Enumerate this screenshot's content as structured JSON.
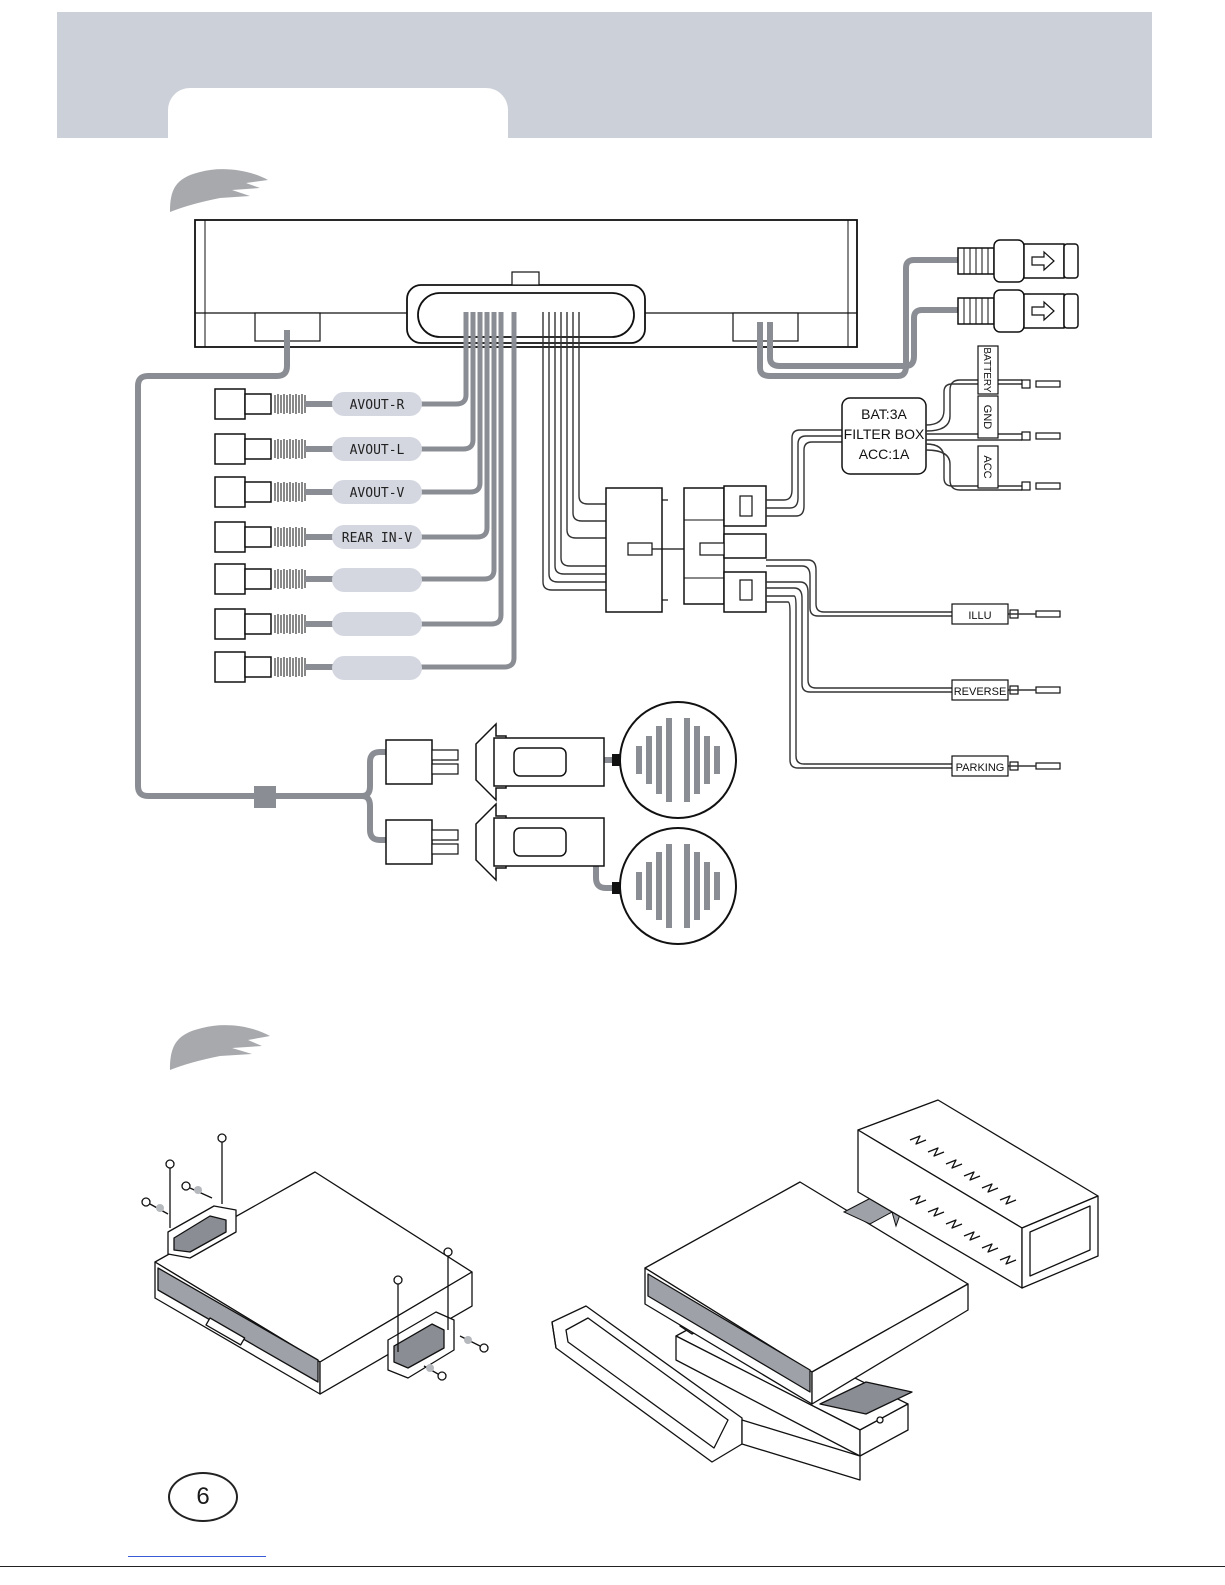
{
  "page": {
    "number": "6"
  },
  "wiring": {
    "rca_labels": [
      "AVOUT-R",
      "AVOUT-L",
      "AVOUT-V",
      "REAR IN-V",
      "",
      "",
      ""
    ],
    "filter_box": {
      "line1": "BAT:3A",
      "line2": "FILTER BOX",
      "line3": "ACC:1A"
    },
    "power_wires": [
      "BATTERY",
      "GND",
      "ACC"
    ],
    "signal_wires": [
      "ILLU",
      "REVERSE",
      "PARKING"
    ]
  },
  "colors": {
    "header": "#ccd0d8",
    "cable": "#8a8d93",
    "rca_label_fill": "#d4d7e0",
    "brush": "#a7a9ad"
  }
}
